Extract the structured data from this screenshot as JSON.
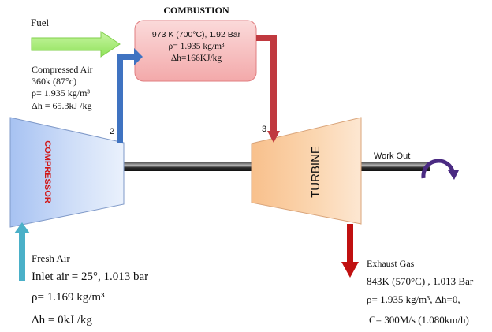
{
  "combustion": {
    "title": "COMBUSTION",
    "line1": "973 K (700°C), 1.92 Bar",
    "line2": "ρ= 1.935 kg/m³",
    "line3": "Δh=166KJ/kg"
  },
  "fuel": {
    "label": "Fuel"
  },
  "compressed_air": {
    "title": "Compressed Air",
    "line1": "360k (87°c)",
    "line2": "ρ= 1.935 kg/m³",
    "line3": "Δh = 65.3kJ /kg"
  },
  "compressor": {
    "label": "COMPRESSOR",
    "station": "2"
  },
  "turbine": {
    "label": "TURBINE",
    "station": "3"
  },
  "work_out": {
    "label": "Work Out"
  },
  "fresh_air": {
    "title": "Fresh Air",
    "line1": "Inlet air = 25°, 1.013 bar",
    "line2": "ρ= 1.169 kg/m³",
    "line3": "Δh = 0kJ /kg"
  },
  "exhaust": {
    "title": "Exhaust Gas",
    "line1": "843K (570°C) , 1.013 Bar",
    "line2": "ρ= 1.935 kg/m³, Δh=0,",
    "line3": "C= 300M/s (1.080km/h)"
  },
  "colors": {
    "compressor_label": "#d01818",
    "fuel_arrow": "#a8ef70",
    "air_arrow_blue": "#3f73c1",
    "hot_arrow_red": "#c0393f",
    "exhaust_arrow": "#c01010",
    "inlet_arrow": "#4ab0c8",
    "work_arrow": "#4a2a82"
  }
}
